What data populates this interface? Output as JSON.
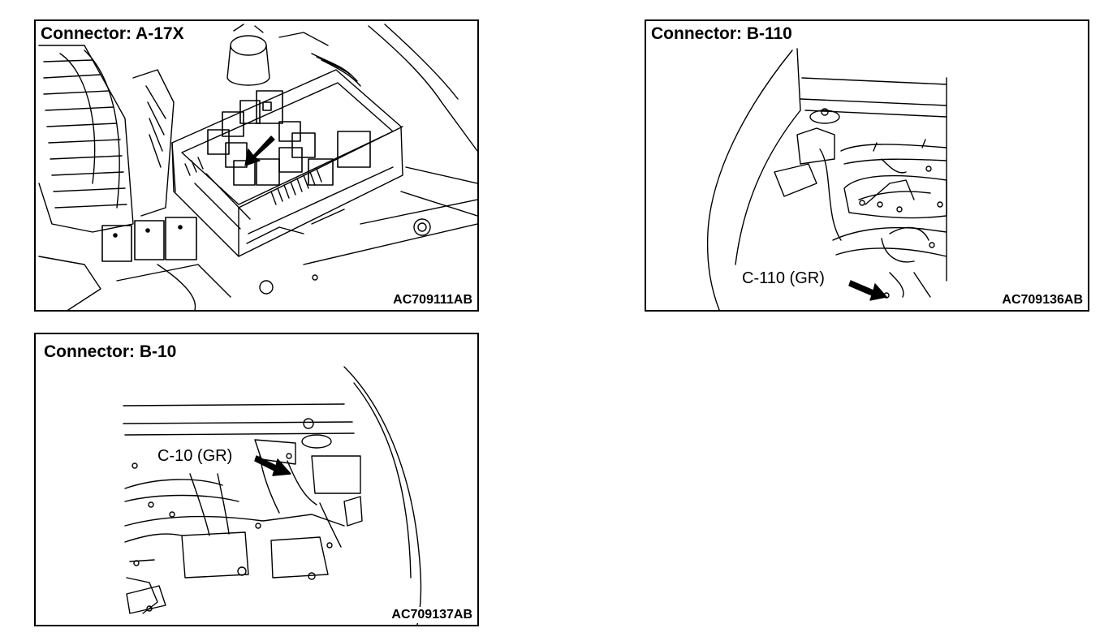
{
  "panels": [
    {
      "title": "Connector: A-17X",
      "figure_id": "AC709111AB"
    },
    {
      "title": "Connector: B-110",
      "figure_id": "AC709136AB",
      "callout": "C-110 (GR)"
    },
    {
      "title": "Connector: B-10",
      "figure_id": "AC709137AB",
      "callout": "C-10 (GR)"
    }
  ]
}
